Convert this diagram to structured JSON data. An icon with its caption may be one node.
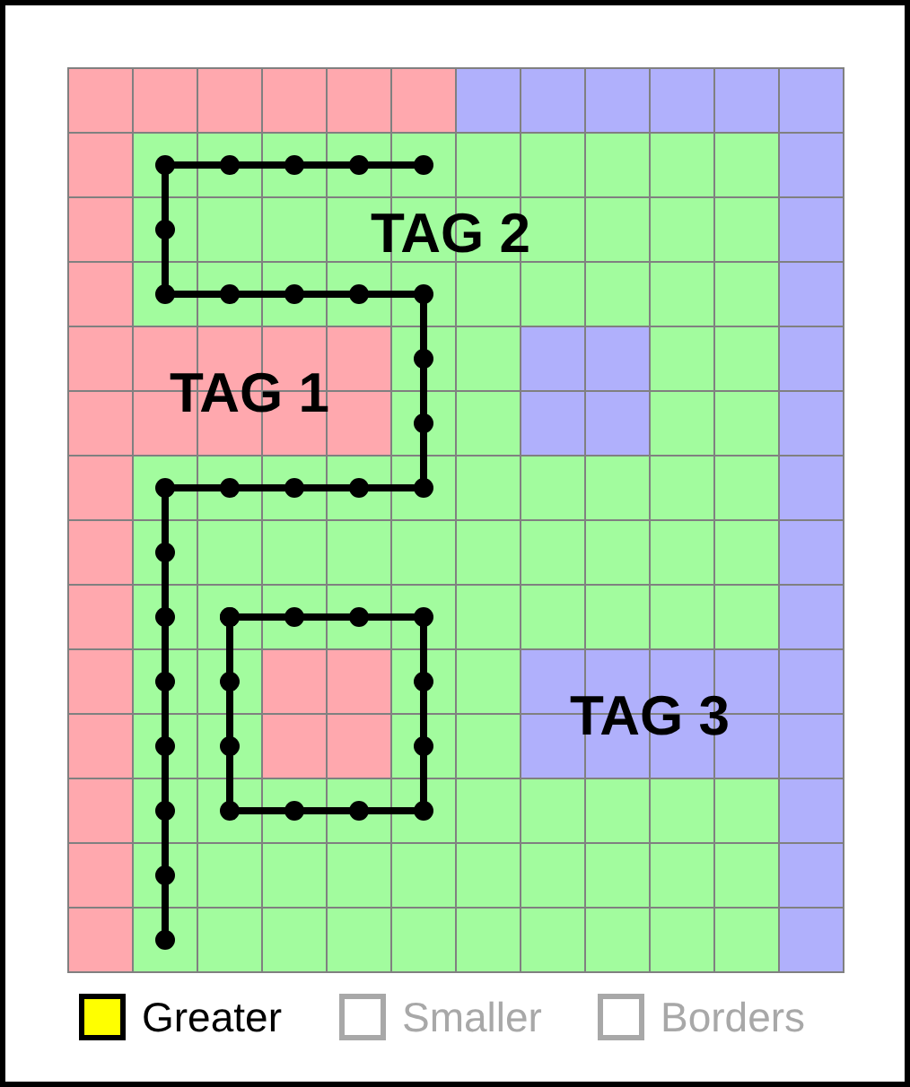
{
  "diagram": {
    "labels": [
      "TAG 2",
      "TAG 1",
      "TAG 3"
    ],
    "legend": [
      {
        "text": "Greater",
        "color": "#ffff00"
      },
      {
        "text": "Smaller"
      },
      {
        "text": "Borders"
      }
    ]
  }
}
